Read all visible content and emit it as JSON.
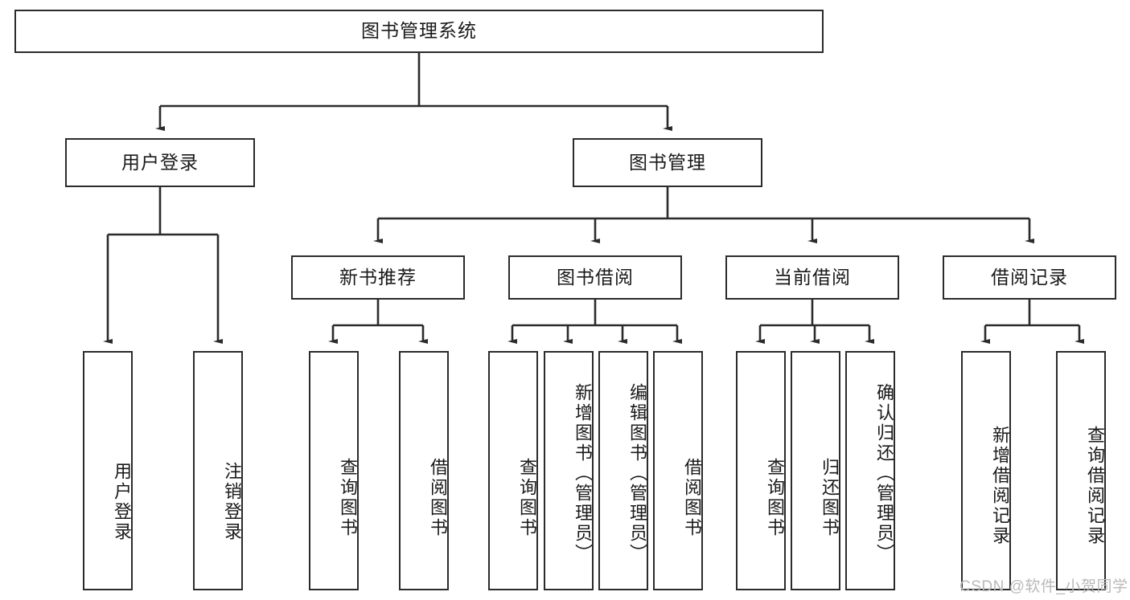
{
  "diagram": {
    "type": "tree-hierarchy-chart",
    "title": "图书管理系统",
    "watermark": "CSDN @软件_小贺同学",
    "colors": {
      "box_border": "#2b2b2b",
      "box_fill": "#ffffff",
      "edge": "#2b2b2b",
      "text": "#1a1a1a",
      "watermark": "#b9b9b9"
    },
    "root": {
      "label": "图书管理系统"
    },
    "level2": [
      {
        "label": "用户登录"
      },
      {
        "label": "图书管理"
      }
    ],
    "level3": [
      {
        "label": "新书推荐"
      },
      {
        "label": "图书借阅"
      },
      {
        "label": "当前借阅"
      },
      {
        "label": "借阅记录"
      }
    ],
    "leaves": {
      "user_login": [
        {
          "label": "用户登录"
        },
        {
          "label": "注销登录"
        }
      ],
      "new_book_recommend": [
        {
          "label": "查询图书"
        },
        {
          "label": "借阅图书"
        }
      ],
      "book_borrow": [
        {
          "label": "查询图书"
        },
        {
          "label": "新增图书（管理员）"
        },
        {
          "label": "编辑图书（管理员）"
        },
        {
          "label": "借阅图书"
        }
      ],
      "current_borrow": [
        {
          "label": "查询图书"
        },
        {
          "label": "归还图书"
        },
        {
          "label": "确认归还（管理员）"
        }
      ],
      "borrow_records": [
        {
          "label": "新增借阅记录"
        },
        {
          "label": "查询借阅记录"
        }
      ]
    }
  }
}
